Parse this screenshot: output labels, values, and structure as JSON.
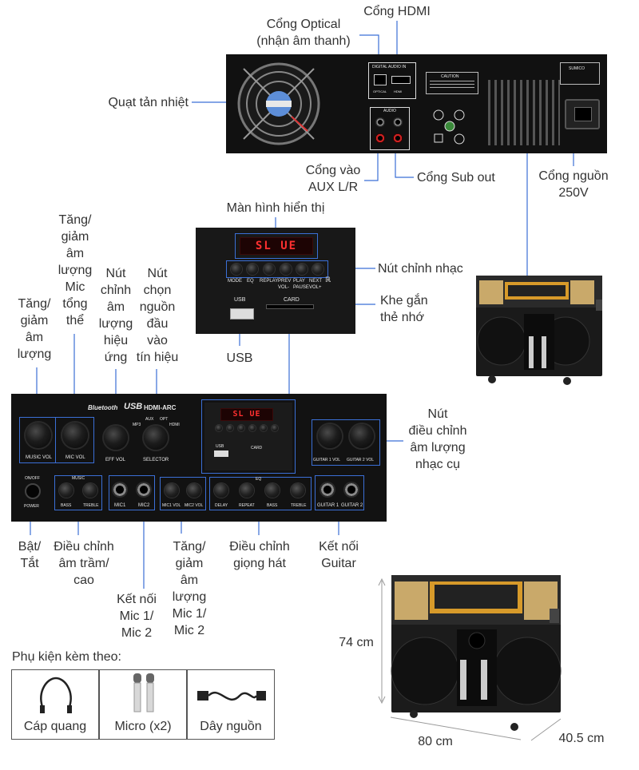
{
  "labels": {
    "optical_port": "Cổng Optical\n(nhận âm thanh)",
    "hdmi_port": "Cổng HDMI",
    "cooling_fan": "Quạt tản nhiệt",
    "aux_in": "Cổng vào\nAUX L/R",
    "sub_out": "Cổng Sub out",
    "power_port": "Cổng nguồn\n250V",
    "display": "Màn hình hiển thị",
    "music_buttons": "Nút chỉnh nhạc",
    "card_slot": "Khe gắn\nthẻ nhớ",
    "usb": "USB",
    "mic_master_volume": "Tăng/\ngiảm\nâm\nlượng\nMic\ntổng\nthể",
    "echo_knob": "Nút\nchỉnh\nâm\nlượng\nhiệu\nứng",
    "source_selector": "Nút\nchọn\nnguồn\nđầu\nvào\ntín hiệu",
    "volume": "Tăng/\ngiảm\nâm\nlượng",
    "instrument_volume": "Nút\nđiều chỉnh\nâm lượng\nnhạc cụ",
    "power_switch": "Bật/\nTắt",
    "bass_treble": "Điều chỉnh\nâm trầm/\ncao",
    "mic_inputs": "Kết nối\nMic 1/\nMic 2",
    "mic_volume": "Tăng/\ngiảm\nâm\nlượng\nMic 1/\nMic 2",
    "vocal_adjust": "Điều chỉnh\ngiọng hát",
    "guitar_inputs": "Kết nối\nGuitar"
  },
  "rear_panel": {
    "digital_audio_in": "DIGITAL AUDIO IN",
    "optical": "OPTICAL",
    "hdmi": "HDMI",
    "audio": "AUDIO",
    "caution": "CAUTION",
    "brand": "SUMICO"
  },
  "display_module": {
    "led_text": "SL UE",
    "buttons": [
      "MODE",
      "EQ",
      "REPLAY",
      "PREV",
      "PLAY",
      "NEXT"
    ],
    "button_sub": [
      "VOL-",
      "PAUSE",
      "VOL+"
    ],
    "usb": "USB",
    "card": "CARD"
  },
  "front_panel": {
    "bluetooth": "Bluetooth",
    "usb_enabled": "USB",
    "hdmi_arc": "HDMI-ARC",
    "aux": "AUX",
    "opt": "OPT",
    "mp3": "MP3",
    "hdmi": "HDMI",
    "music_vol": "MUSIC VOL",
    "mic_vol": "MIC VOL",
    "eff_vol": "EFF VOL",
    "selector": "SELECTOR",
    "guitar1_vol": "GUITAR 1 VOL",
    "guitar2_vol": "GUITAR 2 VOL",
    "on_off": "ON/OFF",
    "power": "POWER",
    "music": "MUSIC",
    "bass": "BASS",
    "treble": "TREBLE",
    "mic1": "MIC1",
    "mic2": "MIC2",
    "mic1_vol": "MIC1 VOL",
    "mic2_vol": "MIC2 VOL",
    "eq": "EQ",
    "delay": "DELAY",
    "repeat": "REPEAT",
    "guitar1": "GUITAR 1",
    "guitar2": "GUITAR 2"
  },
  "dimensions": {
    "height": "74 cm",
    "width": "80 cm",
    "depth": "40.5 cm"
  },
  "accessories": {
    "title": "Phụ kiện kèm theo:",
    "items": [
      "Cáp quang",
      "Micro (x2)",
      "Dây nguồn"
    ]
  },
  "colors": {
    "accent_line": "#3b6fd6",
    "panel": "#151515",
    "led": "#ff3030",
    "wood": "#c9a96a"
  }
}
